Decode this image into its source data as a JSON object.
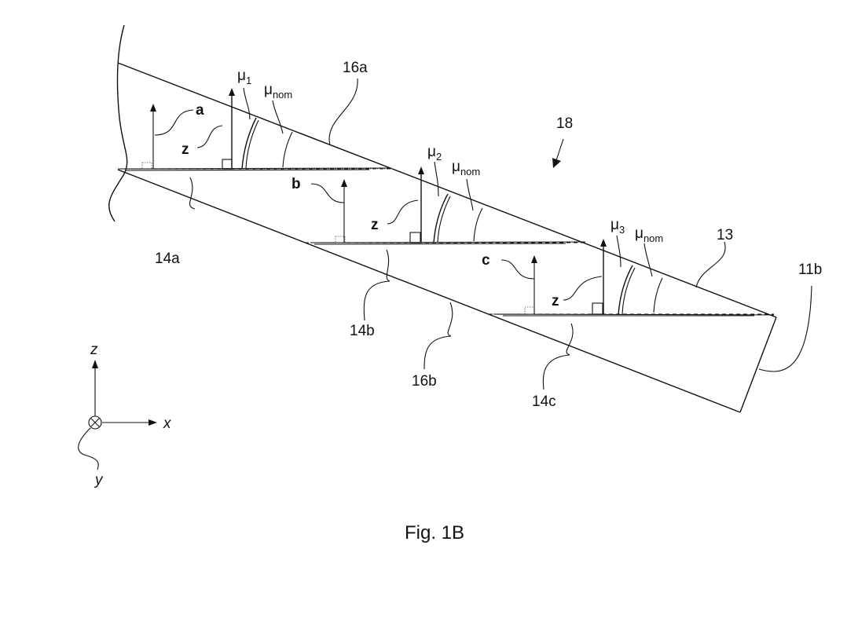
{
  "figure": {
    "caption": "Fig. 1B",
    "ref_18": "18",
    "ref_13": "13",
    "ref_11b": "11b",
    "ref_16a": "16a",
    "ref_16b": "16b",
    "ref_14a": "14a",
    "ref_14b": "14b",
    "ref_14c": "14c",
    "label_a": "a",
    "label_b": "b",
    "label_c": "c",
    "label_z": "z",
    "mu": "μ",
    "mu1_sub": "1",
    "mu2_sub": "2",
    "mu3_sub": "3",
    "nom_sub": "nom"
  },
  "axes": {
    "z": "z",
    "x": "x",
    "y": "y"
  }
}
